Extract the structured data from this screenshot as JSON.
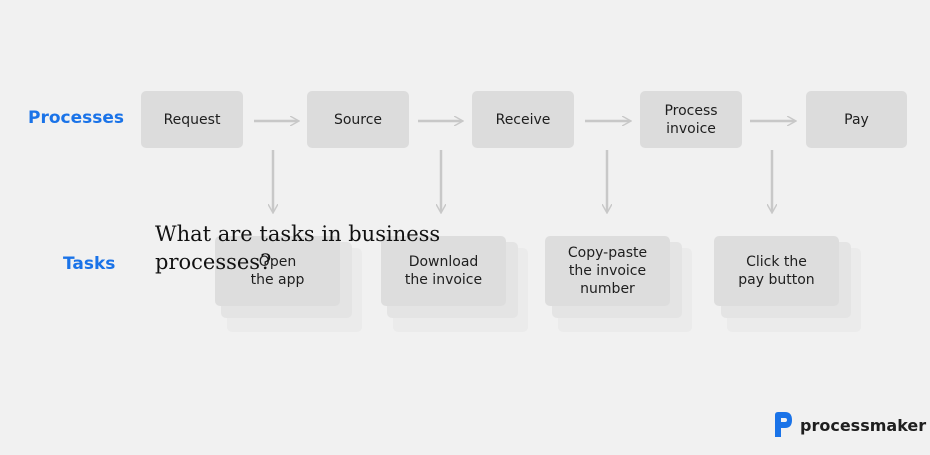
{
  "labels": {
    "processes": "Processes",
    "tasks": "Tasks"
  },
  "processes": [
    {
      "label": "Request"
    },
    {
      "label": "Source"
    },
    {
      "label": "Receive"
    },
    {
      "label": "Process\ninvoice"
    },
    {
      "label": "Pay"
    }
  ],
  "tasks": [
    {
      "label": "Open\nthe app"
    },
    {
      "label": "Download\nthe invoice"
    },
    {
      "label": "Copy-paste\nthe invoice\nnumber"
    },
    {
      "label": "Click the\npay button"
    }
  ],
  "overlay_text": "What are tasks in business\nprocesses?",
  "brand": {
    "name": "processmaker"
  },
  "colors": {
    "accent": "#1a73e8",
    "box": "#dcdcdc",
    "arrow": "#c8c8c8",
    "text": "#1e1e1e"
  }
}
